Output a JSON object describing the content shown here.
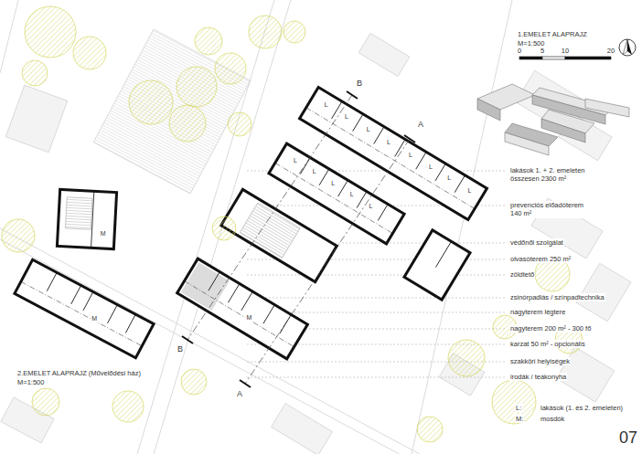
{
  "diagram": {
    "labels": [
      "1.EMELET ALAPRAJZ",
      "M=1:500",
      "0",
      "5",
      "10",
      "20",
      "lakások 1. + 2. emeleten összesen 2300 m²",
      "prevenciós előadóterem 140 m²",
      "védőnői szolgálat",
      "olvasóterem 250 m²",
      "zöldtető",
      "zsinórpadlás / színpadtechnika",
      "nagyterem légtere",
      "nagyterem 200 m² - 300 fő",
      "karzat 50 m² - opcionális",
      "szakköri helyiségek",
      "irodák / teakonyha",
      "2.EMELET ALAPRAJZ (Művelődési ház)",
      "M=1:500",
      "L:",
      "lakások (1. és 2. emeleten)",
      "M:",
      "mosdók",
      "07",
      "A",
      "B",
      "B",
      "A",
      "L",
      "L",
      "L",
      "L",
      "L",
      "L",
      "L",
      "L",
      "L",
      "L",
      "L",
      "L",
      "L",
      "M",
      "M",
      "M"
    ]
  }
}
